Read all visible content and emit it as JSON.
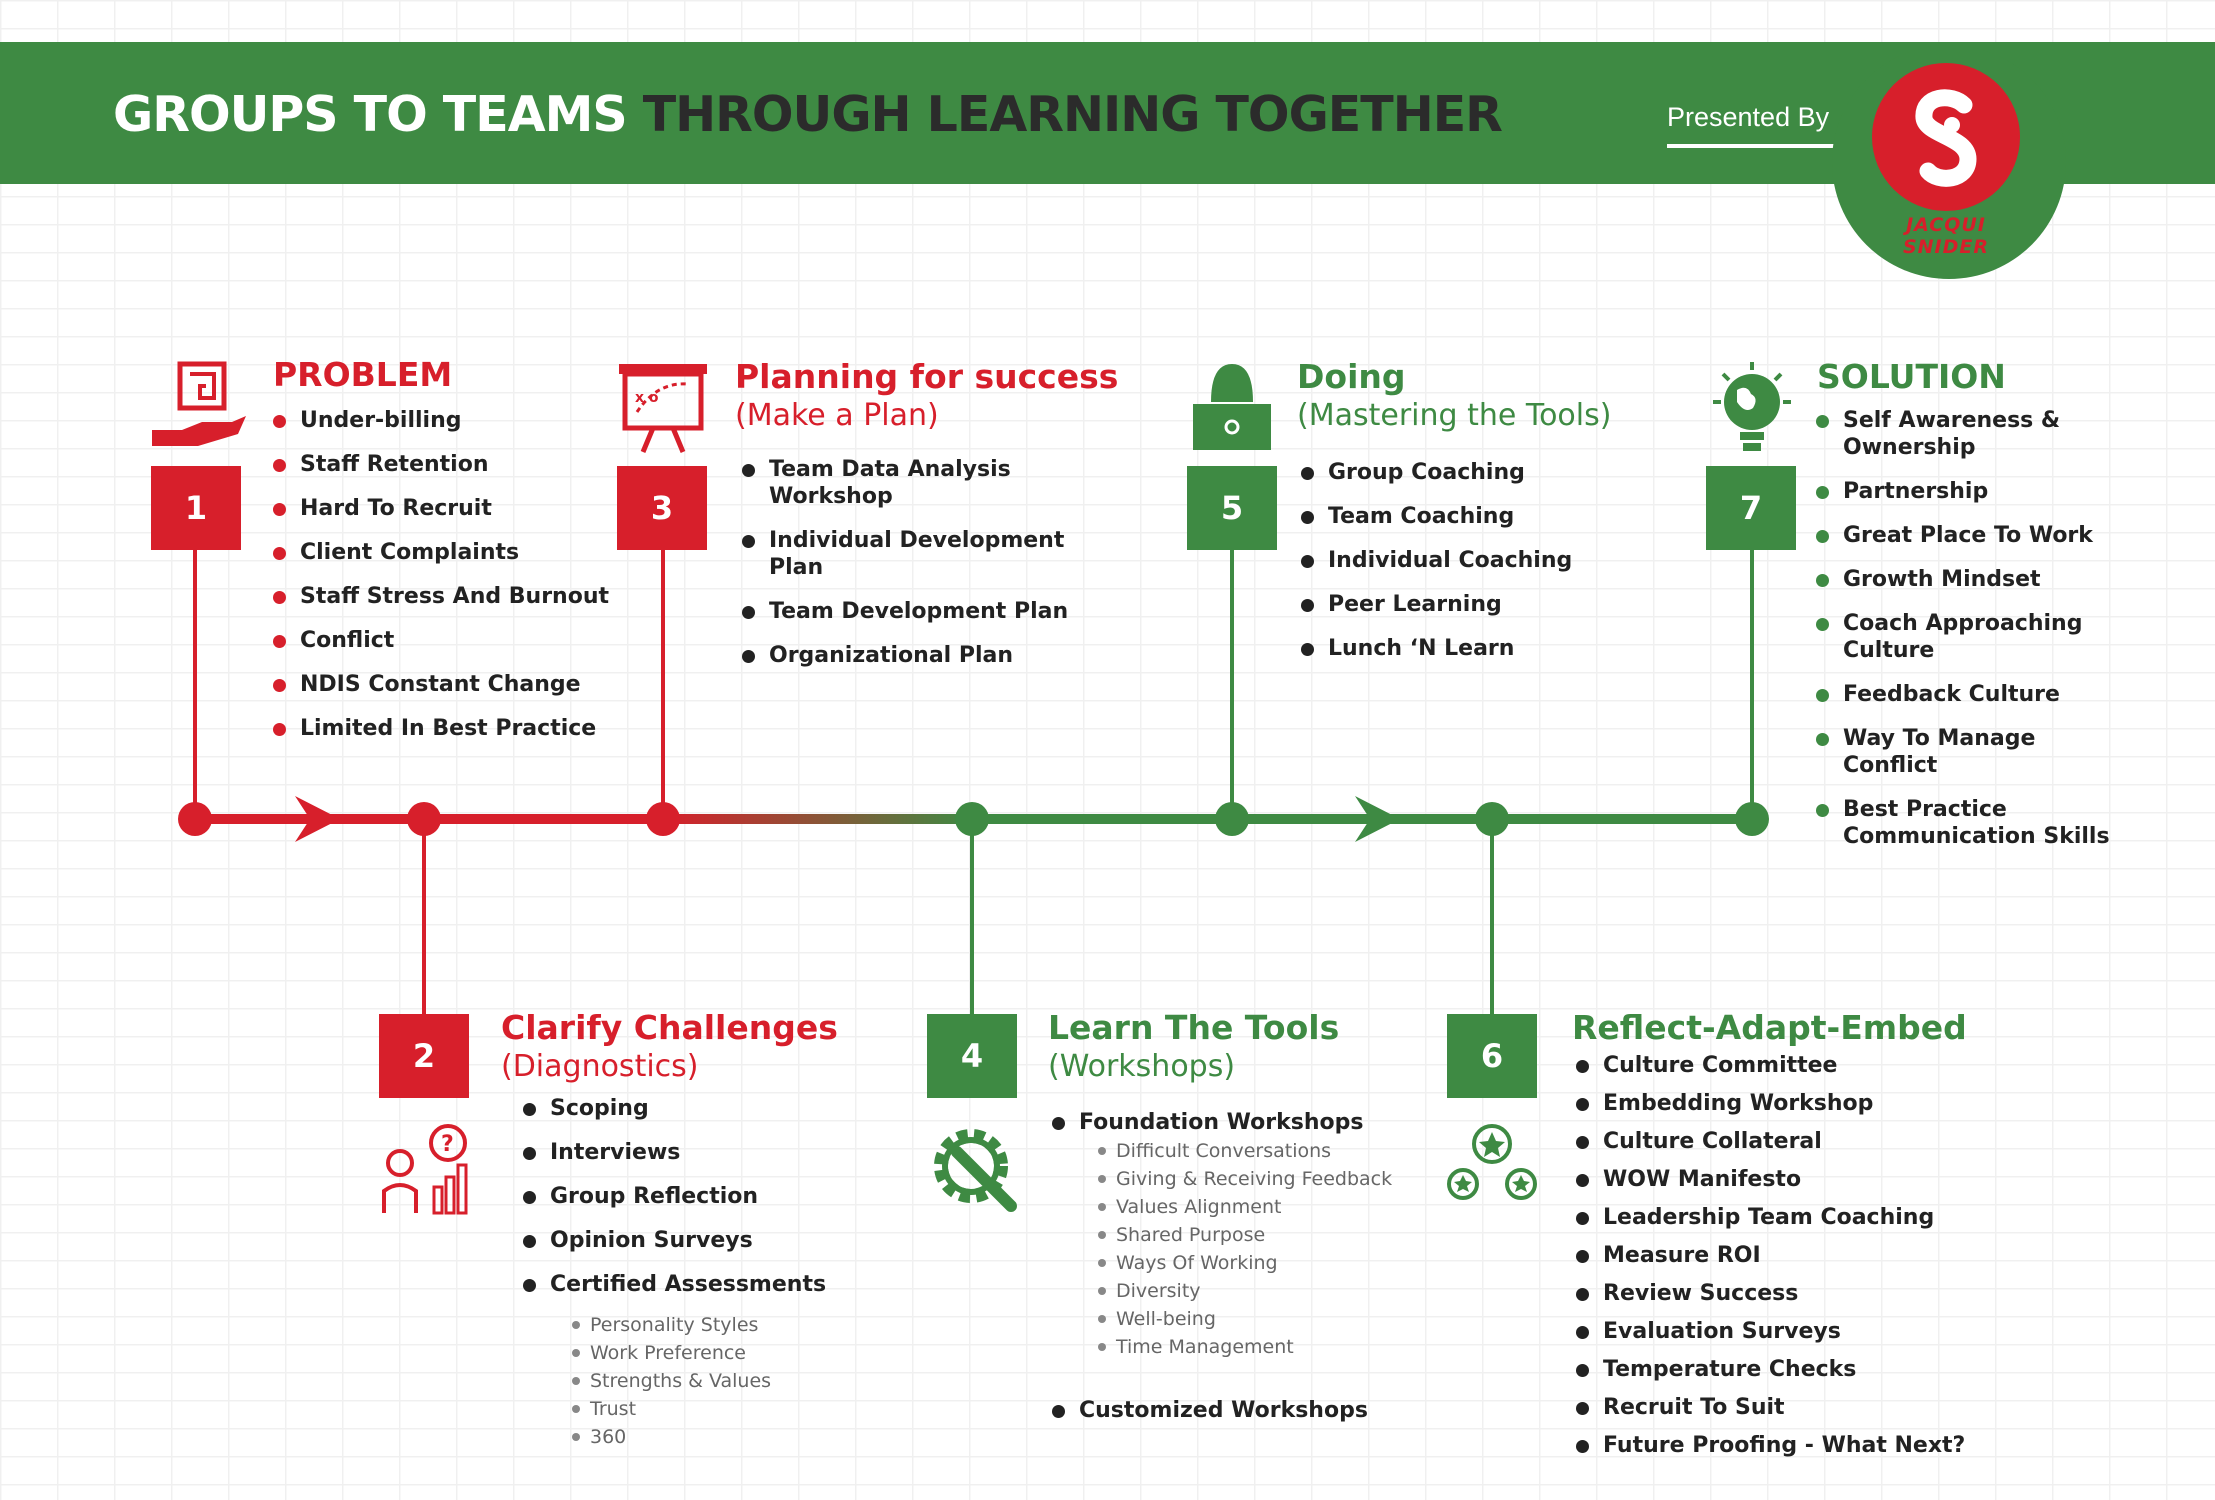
{
  "header": {
    "title_part1": "GROUPS TO TEAMS",
    "title_part2": "THROUGH LEARNING TOGETHER",
    "presented_by": "Presented By",
    "logo_name": "JACQUI SNIDER"
  },
  "colors": {
    "red": "#d71f2b",
    "green": "#3e8a43"
  },
  "steps": [
    {
      "number": "1",
      "title": "PROBLEM",
      "icon": "maze-hand-icon",
      "items": [
        "Under-billing",
        "Staff Retention",
        "Hard To Recruit",
        "Client Complaints",
        "Staff Stress And Burnout",
        "Conflict",
        "NDIS Constant Change",
        "Limited In Best Practice"
      ]
    },
    {
      "number": "2",
      "title": "Clarify Challenges",
      "subtitle": "(Diagnostics)",
      "icon": "diagnostics-icon",
      "items": [
        "Scoping",
        "Interviews",
        "Group Reflection",
        "Opinion Surveys",
        "Certified Assessments"
      ],
      "subitems": [
        "Personality Styles",
        "Work Preference",
        "Strengths & Values",
        "Trust",
        "360"
      ]
    },
    {
      "number": "3",
      "title": "Planning for success",
      "subtitle": "(Make a Plan)",
      "icon": "strategy-board-icon",
      "items": [
        "Team Data Analysis Workshop",
        "Individual Development Plan",
        "Team Development Plan",
        "Organizational Plan"
      ]
    },
    {
      "number": "4",
      "title": "Learn The Tools",
      "subtitle": "(Workshops)",
      "icon": "gear-wrench-icon",
      "items": [
        "Foundation Workshops"
      ],
      "subitems": [
        "Difficult Conversations",
        "Giving & Receiving Feedback",
        "Values Alignment",
        "Shared Purpose",
        "Ways Of Working",
        "Diversity",
        "Well-being",
        "Time Management"
      ],
      "items_after": [
        "Customized Workshops"
      ]
    },
    {
      "number": "5",
      "title": "Doing",
      "subtitle": "(Mastering the Tools)",
      "icon": "person-laptop-icon",
      "items": [
        "Group Coaching",
        "Team Coaching",
        "Individual Coaching",
        "Peer Learning",
        "Lunch ‘N Learn"
      ]
    },
    {
      "number": "6",
      "title": "Reflect-Adapt-Embed",
      "icon": "star-cycle-icon",
      "items": [
        "Culture Committee",
        "Embedding Workshop",
        "Culture Collateral",
        "WOW Manifesto",
        "Leadership Team Coaching",
        "Measure ROI",
        "Review Success",
        "Evaluation Surveys",
        "Temperature Checks",
        "Recruit To Suit",
        "Future Proofing - What Next?"
      ]
    },
    {
      "number": "7",
      "title": "SOLUTION",
      "icon": "lightbulb-globe-icon",
      "items": [
        "Self Awareness & Ownership",
        "Partnership",
        "Great Place To Work",
        "Growth Mindset",
        "Coach Approaching Culture",
        "Feedback Culture",
        "Way To Manage Conflict",
        "Best Practice Communication Skills"
      ]
    }
  ]
}
